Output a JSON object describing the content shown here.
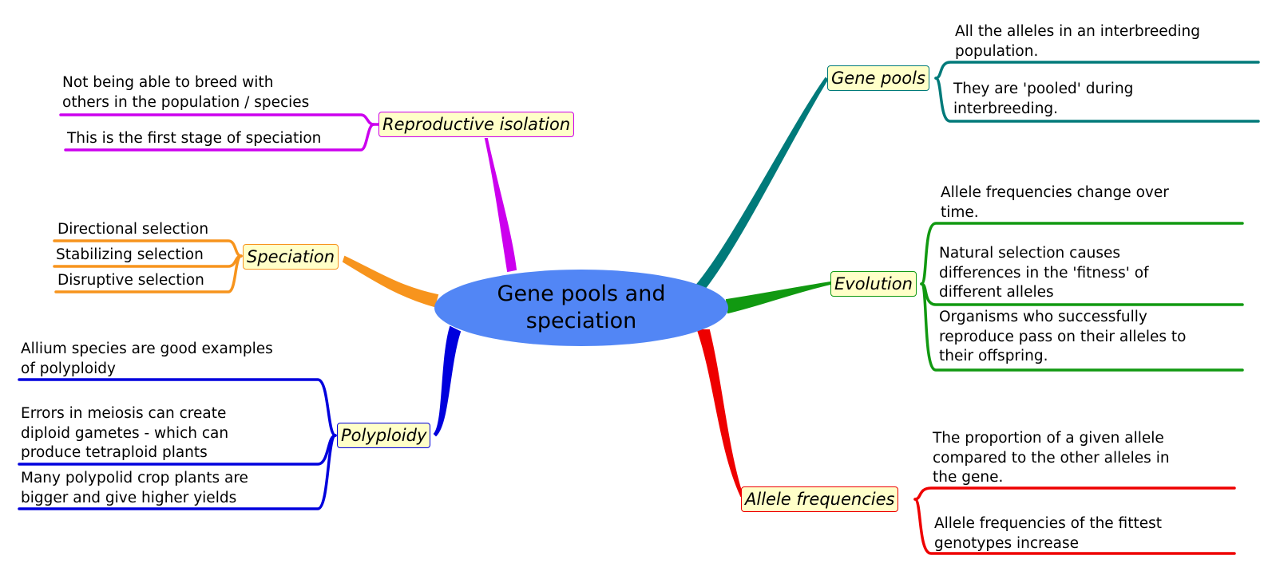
{
  "center": {
    "title": "Gene pools and\nspeciation",
    "color": "#5286f5"
  },
  "branches": {
    "reproductive_isolation": {
      "label": "Reproductive isolation",
      "color": "#cc00ee",
      "items": [
        "Not being able to breed with\nothers in the population / species",
        "This is the first stage of speciation"
      ]
    },
    "speciation": {
      "label": "Speciation",
      "color": "#f7941d",
      "items": [
        "Directional selection",
        "Stabilizing selection",
        "Disruptive selection"
      ]
    },
    "polyploidy": {
      "label": "Polyploidy",
      "color": "#0000dd",
      "items": [
        "Allium species are good examples\nof polyploidy",
        "Errors in meiosis can create\ndiploid gametes - which can\nproduce tetraploid plants",
        "Many polypolid crop plants are\nbigger and give higher yields"
      ]
    },
    "gene_pools": {
      "label": "Gene pools",
      "color": "#007a7a",
      "items": [
        "All the alleles in an interbreeding\npopulation.",
        "They are 'pooled' during\ninterbreeding."
      ]
    },
    "evolution": {
      "label": "Evolution",
      "color": "#119911",
      "items": [
        "Allele frequencies change over\ntime.",
        "Natural selection causes\ndifferences in the 'fitness' of\ndifferent alleles",
        "Organisms who successfully\nreproduce pass on their alleles to\ntheir offspring."
      ]
    },
    "allele_frequencies": {
      "label": "Allele frequencies",
      "color": "#ee0000",
      "items": [
        "The proportion of a given allele\ncompared to the other alleles in\nthe gene.",
        "Allele frequencies of the fittest\ngenotypes increase"
      ]
    }
  }
}
